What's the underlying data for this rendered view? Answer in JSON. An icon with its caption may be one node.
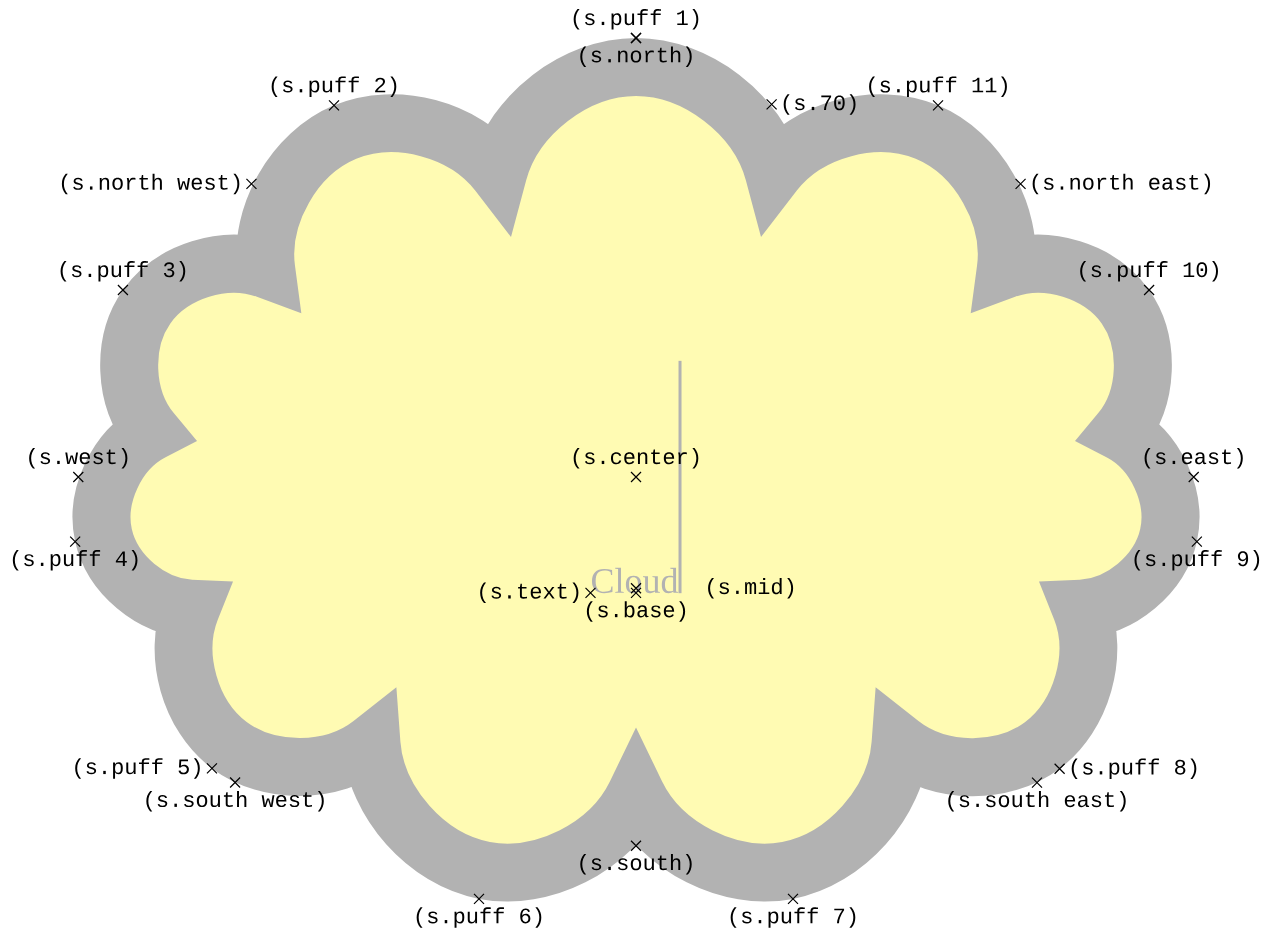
{
  "diagram": {
    "nodes": [
      {
        "text": [
          "Cloud"
        ]
      }
    ],
    "labels": [
      "(s.puff 1)",
      "(s.north)",
      "(s.puff 2)",
      "(s.70)",
      "(s.puff 11)",
      "(s.north west)",
      "(s.north east)",
      "(s.puff 3)",
      "(s.puff 10)",
      "(s.west)",
      "(s.center)",
      "(s.east)",
      "(s.puff 4)",
      "(s.puff 9)",
      "(s.text)",
      "(s.mid)",
      "(s.base)",
      "(s.puff 5)",
      "(s.puff 8)",
      "(s.south west)",
      "(s.south east)",
      "(s.south)",
      "(s.puff 6)",
      "(s.puff 7)"
    ]
  }
}
